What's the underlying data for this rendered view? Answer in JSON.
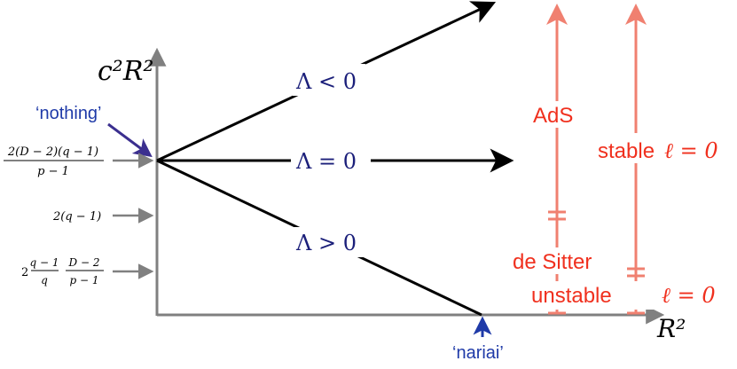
{
  "axes": {
    "y_label": "c²R²",
    "x_label": "R²"
  },
  "lines": {
    "negative": "Λ < 0",
    "zero": "Λ = 0",
    "positive": "Λ > 0"
  },
  "annotations": {
    "nothing": "‘nothing’",
    "nariai": "‘nariai’"
  },
  "ticks": {
    "first": {
      "a": "2(D − 2)(q − 1)",
      "b": "p − 1"
    },
    "second": "2(q − 1)",
    "third": {
      "lead": "2",
      "a1": "q − 1",
      "b1": "q",
      "a2": "D − 2",
      "b2": "p − 1"
    }
  },
  "bars": {
    "ads": "AdS",
    "desitter": "de Sitter",
    "stable_word": "stable",
    "stable_math": "ℓ = 0",
    "unstable_word": "unstable",
    "unstable_math": "ℓ = 0"
  },
  "colors": {
    "axis": "#808080",
    "line": "#000000",
    "label_blue": "#1b1f7a",
    "annotation_blue": "#1f3aa8",
    "arrow_purple": "#3b2f8f",
    "bar_salmon": "#f08070",
    "text_red": "#f0301e"
  }
}
